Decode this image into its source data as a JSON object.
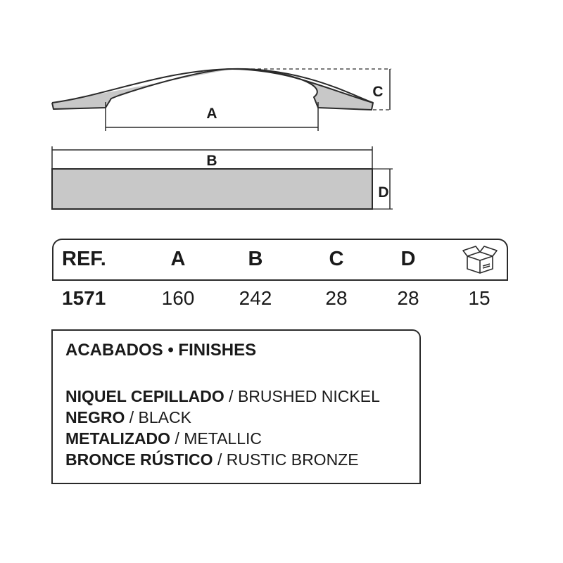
{
  "drawing": {
    "labels": {
      "a": "A",
      "b": "B",
      "c": "C",
      "d": "D"
    }
  },
  "spec_table": {
    "headers": {
      "ref": "REF.",
      "a": "A",
      "b": "B",
      "c": "C",
      "d": "D"
    },
    "row": {
      "ref": "1571",
      "a": "160",
      "b": "242",
      "c": "28",
      "d": "28",
      "qty": "15"
    },
    "qty_icon": "box-icon"
  },
  "finishes": {
    "title": "ACABADOS • FINISHES",
    "items": [
      {
        "es": "NIQUEL CEPILLADO",
        "sep": " / ",
        "en": "BRUSHED NICKEL"
      },
      {
        "es": "NEGRO",
        "sep": " / ",
        "en": "BLACK"
      },
      {
        "es": "METALIZADO",
        "sep": " / ",
        "en": "METALLIC"
      },
      {
        "es": "BRONCE RÚSTICO",
        "sep": " / ",
        "en": "RUSTIC BRONZE"
      }
    ]
  },
  "colors": {
    "line": "#2a2a2a",
    "fill": "#c8c8c8"
  }
}
